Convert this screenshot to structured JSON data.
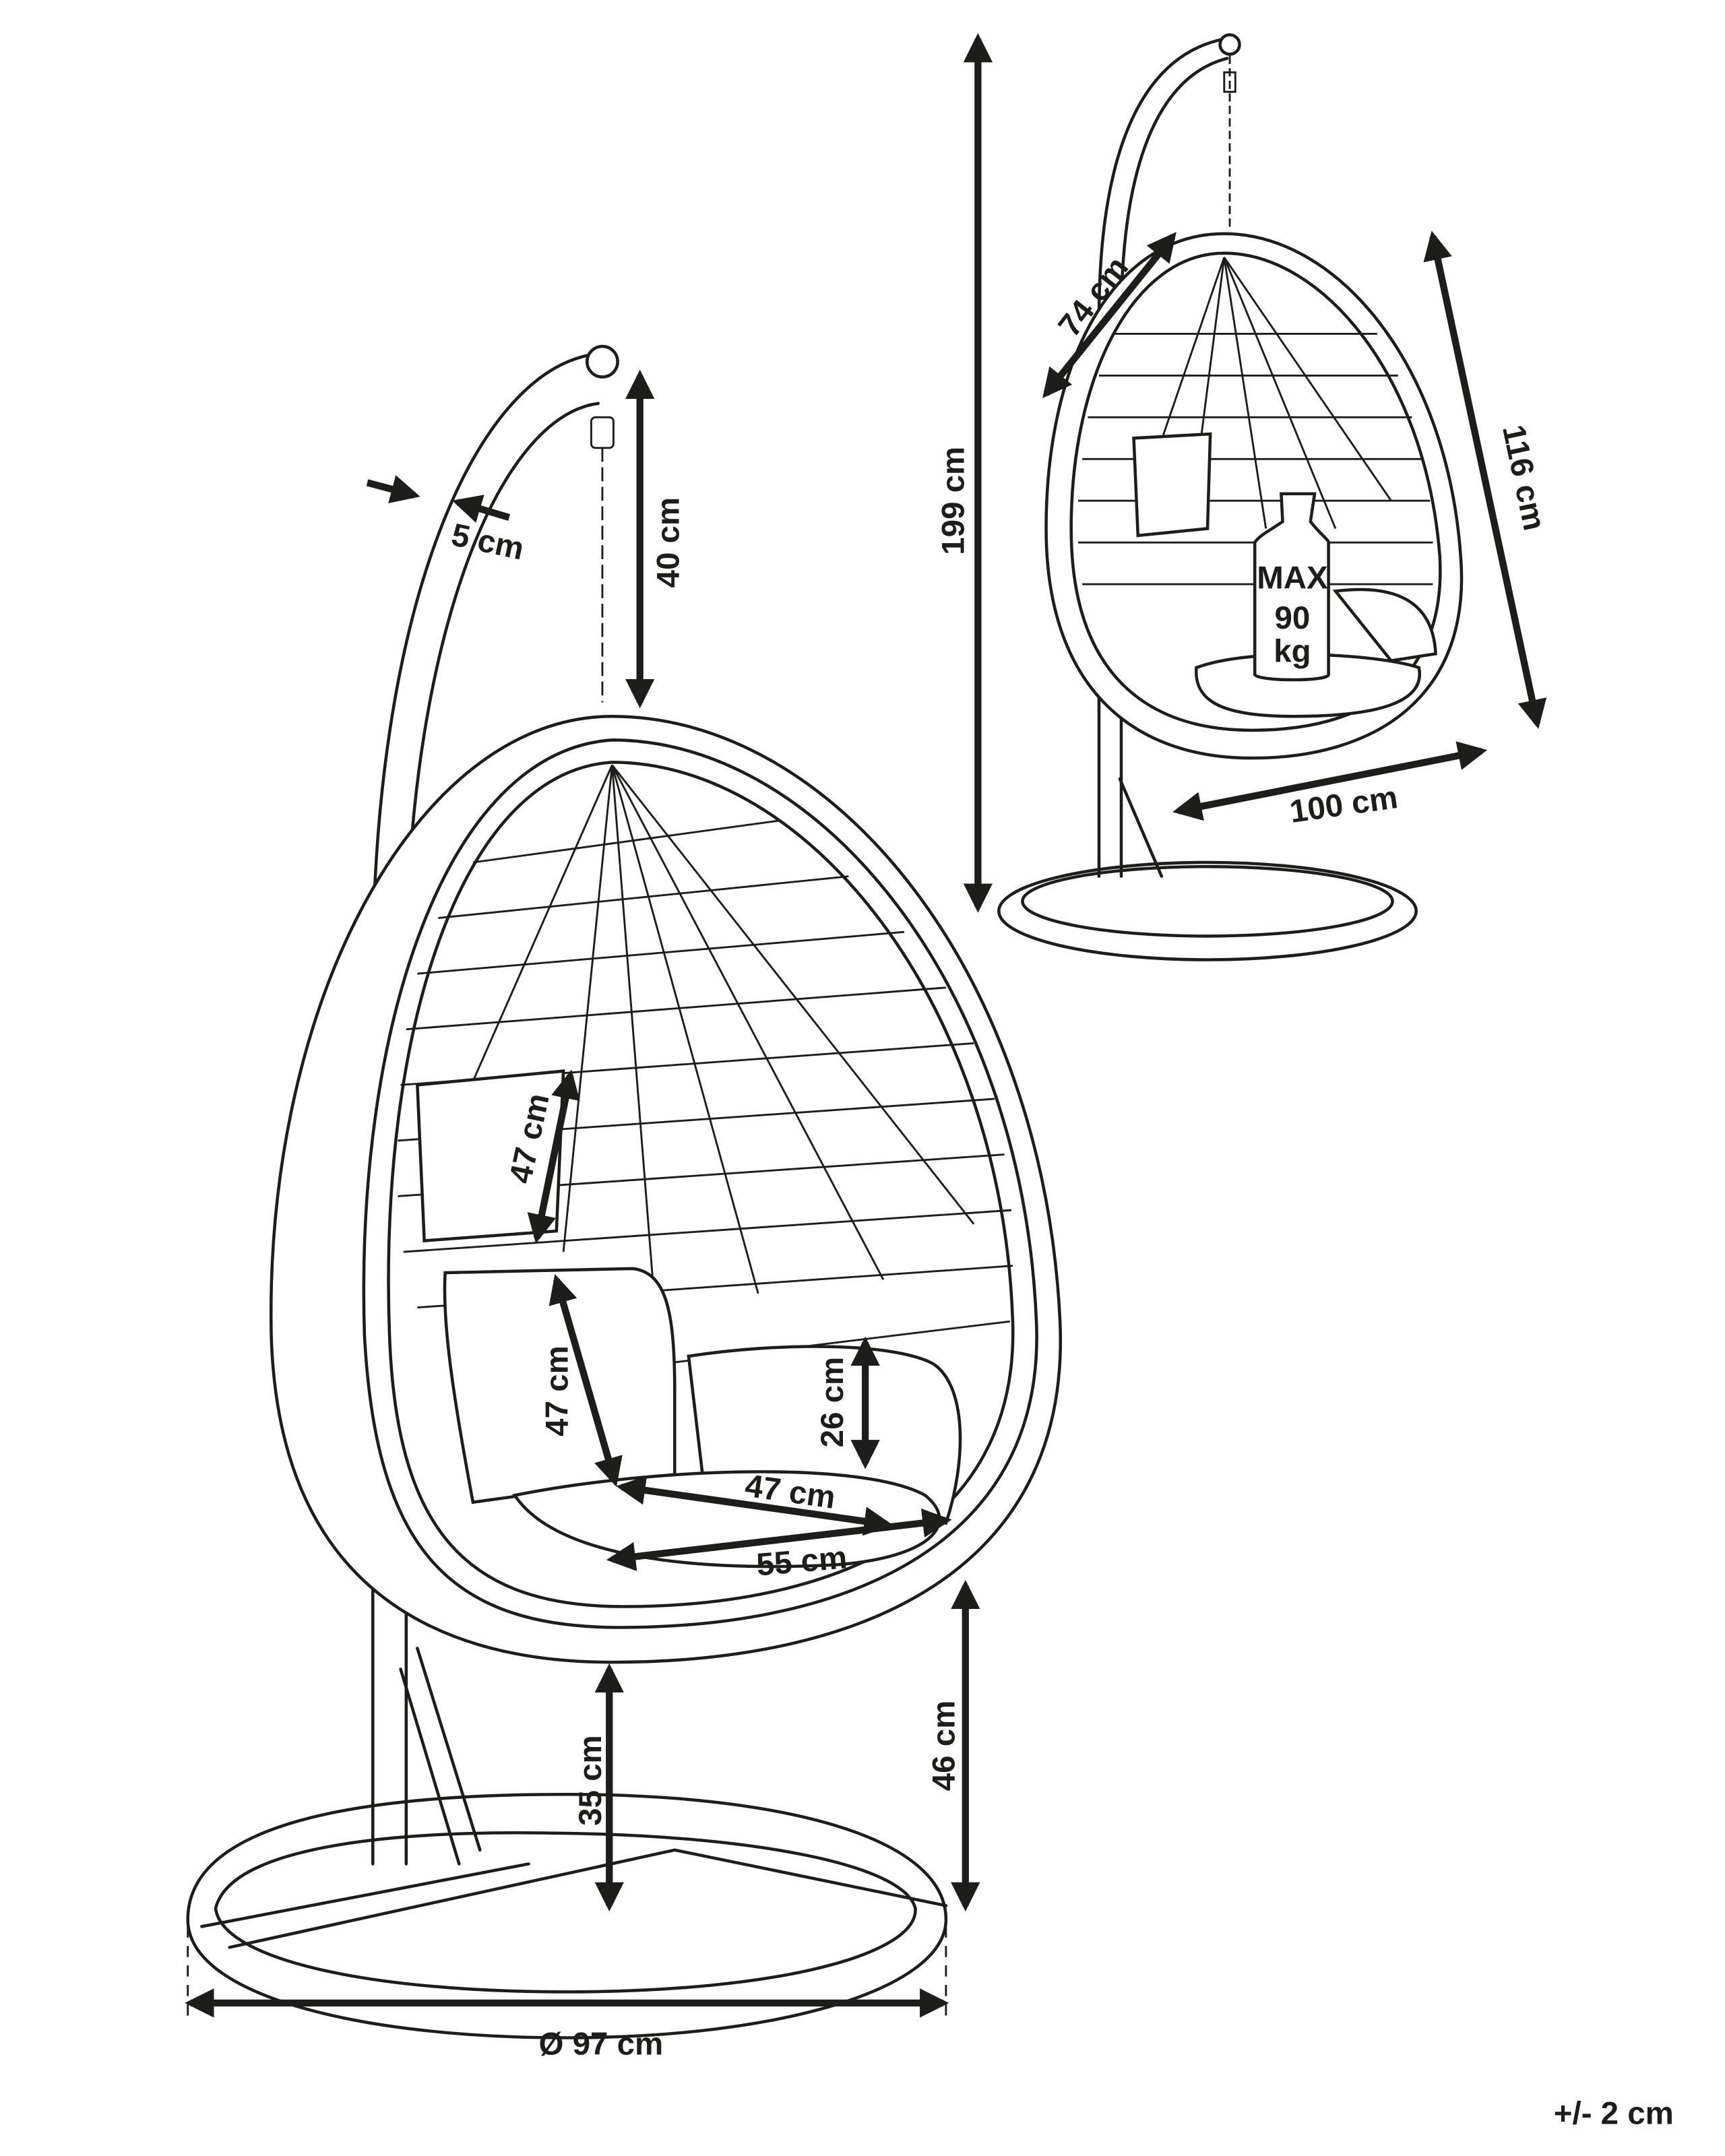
{
  "title": "Hanging egg chair with stand — dimensions",
  "colors": {
    "line": "#1d1d1b",
    "background": "#ffffff"
  },
  "small_view": {
    "total_height": "199 cm",
    "egg_depth": "74 cm",
    "egg_height": "116 cm",
    "egg_width": "100 cm",
    "max_load": {
      "line1": "MAX",
      "line2": "90",
      "line3": "kg"
    }
  },
  "large_view": {
    "frame_tube_diameter": "5 cm",
    "chain_length": "40 cm",
    "back_cushion_height": "47 cm",
    "backrest_height": "47 cm",
    "armrest_height": "26 cm",
    "seat_depth": "47 cm",
    "seat_width": "55 cm",
    "ground_clearance": "35 cm",
    "seat_height": "46 cm",
    "base_diameter": "Ø 97 cm"
  },
  "tolerance": "+/- 2 cm"
}
